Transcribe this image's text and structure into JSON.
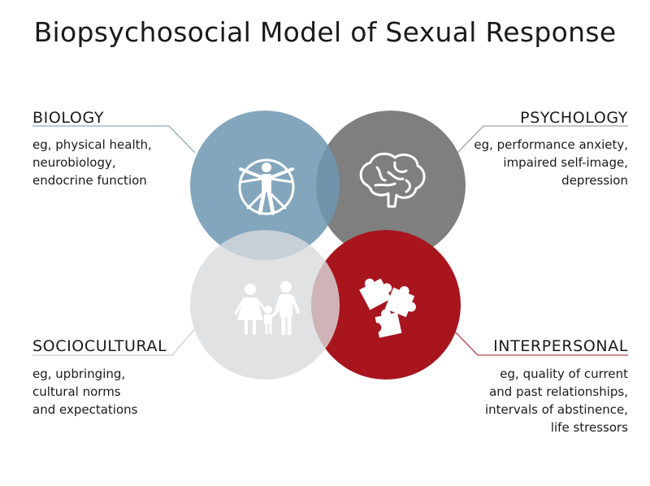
{
  "title": "Biopsychosocial Model of Sexual Response",
  "colors": {
    "biology": "#6f97b2",
    "psychology": "#7f7f7f",
    "sociocultural": "#d9dbdd",
    "interpersonal": "#a8151d",
    "text": "#1a1a1a"
  },
  "quadrants": {
    "biology": {
      "heading": "BIOLOGY",
      "lines": [
        "eg, physical health,",
        "neurobiology,",
        "endocrine function"
      ],
      "icon": "vitruvian-man-icon"
    },
    "psychology": {
      "heading": "PSYCHOLOGY",
      "lines": [
        "eg, performance anxiety,",
        "impaired self-image,",
        "depression"
      ],
      "icon": "brain-icon"
    },
    "sociocultural": {
      "heading": "SOCIOCULTURAL",
      "lines": [
        "eg, upbringing,",
        "cultural norms",
        "and expectations"
      ],
      "icon": "family-icon"
    },
    "interpersonal": {
      "heading": "INTERPERSONAL",
      "lines": [
        "eg, quality of current",
        "and past relationships,",
        "intervals of abstinence,",
        "life stressors"
      ],
      "icon": "puzzle-pieces-icon"
    }
  }
}
